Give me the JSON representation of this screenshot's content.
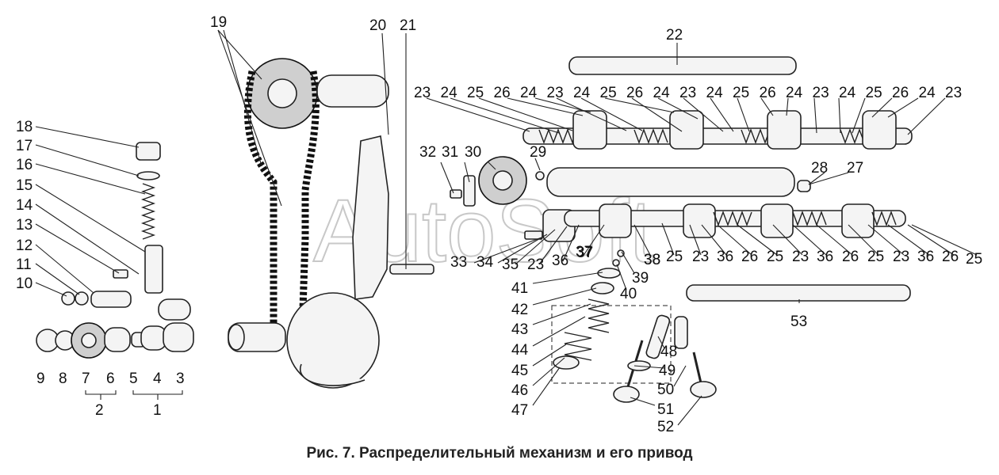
{
  "caption": "Рис. 7. Распределительный механизм и его привод",
  "watermark": "AutoSoft",
  "labels": {
    "l1": "1",
    "l2": "2",
    "l3": "3",
    "l4": "4",
    "l5": "5",
    "l6": "6",
    "l7": "7",
    "l8": "8",
    "l9": "9",
    "l10": "10",
    "l11": "11",
    "l12": "12",
    "l13": "13",
    "l14": "14",
    "l15": "15",
    "l16": "16",
    "l17": "17",
    "l18": "18",
    "l19": "19",
    "l20": "20",
    "l21": "21",
    "l22": "22",
    "l27": "27",
    "l28": "28",
    "l29": "29",
    "l30": "30",
    "l31": "31",
    "l32": "32",
    "l33": "33",
    "l34": "34",
    "l35": "35",
    "l37": "37",
    "l38": "38",
    "l39": "39",
    "l40": "40",
    "l41": "41",
    "l42": "42",
    "l43": "43",
    "l44": "44",
    "l45": "45",
    "l46": "46",
    "l47": "47",
    "l48": "48",
    "l49": "49",
    "l50": "50",
    "l51": "51",
    "l52": "52",
    "l53": "53",
    "top_row": [
      "23",
      "24",
      "25",
      "26",
      "24",
      "23",
      "24",
      "25",
      "26",
      "24",
      "23",
      "24",
      "25",
      "26",
      "24",
      "23",
      "24",
      "25",
      "26",
      "24",
      "23"
    ],
    "bottom_row": [
      "23",
      "36",
      "37",
      "38",
      "25",
      "23",
      "36",
      "26",
      "25",
      "23",
      "36",
      "26",
      "25",
      "23",
      "36",
      "26",
      "25"
    ]
  }
}
